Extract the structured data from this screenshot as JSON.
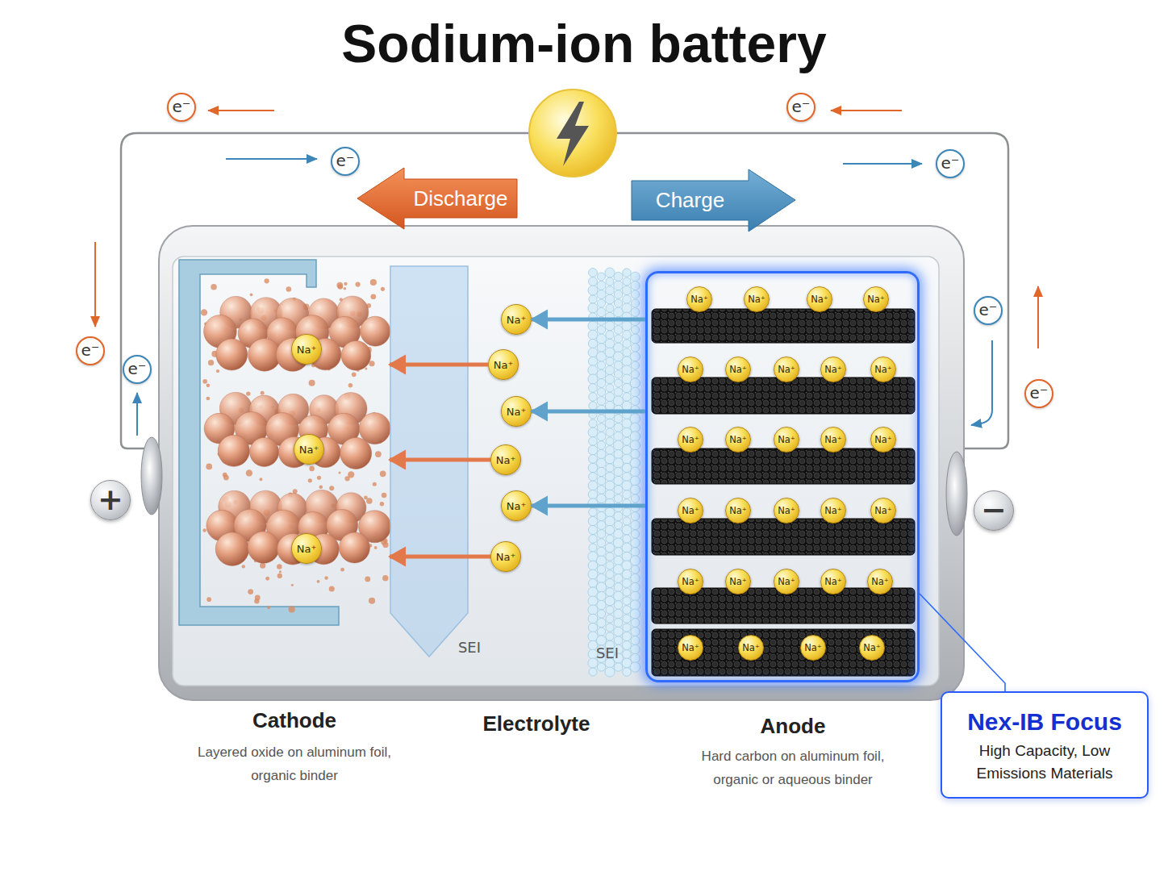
{
  "diagram": {
    "title": "Sodium-ion battery",
    "nodes": [
      {
        "text": [
          "e⁻"
        ]
      },
      {
        "text": [
          "e⁻"
        ]
      },
      {
        "text": [
          "e⁻"
        ]
      },
      {
        "text": [
          "e⁻"
        ]
      },
      {
        "text": [
          "Discharge"
        ]
      },
      {
        "text": [
          "Charge"
        ]
      },
      {
        "text": [
          "Cathode",
          "Layered oxide on aluminum foil, organic binder"
        ]
      },
      {
        "text": [
          "Na⁺"
        ],
        "in": 6
      },
      {
        "text": [
          "Na⁺"
        ],
        "in": 6
      },
      {
        "text": [
          "Na⁺"
        ],
        "in": 6
      },
      {
        "text": [
          "Electrolyte"
        ]
      },
      {
        "text": [
          "Na⁺"
        ],
        "in": 10
      },
      {
        "text": [
          "Na⁺"
        ],
        "in": 10
      },
      {
        "text": [
          "Na⁺"
        ],
        "in": 10
      },
      {
        "text": [
          "Na⁺"
        ],
        "in": 10
      },
      {
        "text": [
          "Na⁺"
        ],
        "in": 10
      },
      {
        "text": [
          "Na⁺"
        ],
        "in": 10
      },
      {
        "text": [
          "Anode",
          "Hard carbon on aluminum foil, organic or aqueous binder"
        ]
      },
      {
        "text": [
          "Na⁺"
        ],
        "in": 17
      },
      {
        "text": [
          "Na⁺"
        ],
        "in": 17
      },
      {
        "text": [
          "Na⁺"
        ],
        "in": 17
      },
      {
        "text": [
          "Na⁺"
        ],
        "in": 17
      },
      {
        "text": [
          "Na⁺"
        ],
        "in": 17
      },
      {
        "text": [
          "Na⁺"
        ],
        "in": 17
      },
      {
        "text": [
          "Na⁺"
        ],
        "in": 17
      },
      {
        "text": [
          "Na⁺"
        ],
        "in": 17
      },
      {
        "text": [
          "Na⁺"
        ],
        "in": 17
      },
      {
        "text": [
          "Na⁺"
        ],
        "in": 17
      },
      {
        "text": [
          "Na⁺"
        ],
        "in": 17
      },
      {
        "text": [
          "Na⁺"
        ],
        "in": 17
      },
      {
        "text": [
          "Na⁺"
        ],
        "in": 17
      },
      {
        "text": [
          "Na⁺"
        ],
        "in": 17
      },
      {
        "text": [
          "Na⁺"
        ],
        "in": 17
      },
      {
        "text": [
          "Na⁺"
        ],
        "in": 17
      },
      {
        "text": [
          "Na⁺"
        ],
        "in": 17
      },
      {
        "text": [
          "Na⁺"
        ],
        "in": 17
      },
      {
        "text": [
          "Na⁺"
        ],
        "in": 17
      },
      {
        "text": [
          "Na⁺"
        ],
        "in": 17
      },
      {
        "text": [
          "Na⁺"
        ],
        "in": 17
      },
      {
        "text": [
          "Na⁺"
        ],
        "in": 17
      },
      {
        "text": [
          "Na⁺"
        ],
        "in": 17
      },
      {
        "text": [
          "Na⁺"
        ],
        "in": 17
      },
      {
        "text": [
          "Na⁺"
        ],
        "in": 17
      },
      {
        "text": [
          "Na⁺"
        ],
        "in": 17
      },
      {
        "text": [
          "Na⁺"
        ],
        "in": 17
      },
      {
        "text": [
          "Na⁺"
        ],
        "in": 17
      },
      {
        "text": [
          "e⁻"
        ]
      },
      {
        "text": [
          "e⁻"
        ]
      },
      {
        "text": [
          "e⁻"
        ]
      },
      {
        "text": [
          "e⁻"
        ]
      },
      {
        "text": [
          "+"
        ]
      },
      {
        "text": [
          "−"
        ]
      },
      {
        "text": [
          "Nex-IB Focus",
          "High Capacity, Low Emissions Materials"
        ]
      }
    ],
    "edges": [
      {
        "from": 17,
        "to": 11,
        "arrow": "to"
      },
      {
        "from": 12,
        "to": 6,
        "arrow": "to"
      },
      {
        "from": 17,
        "to": 13,
        "arrow": "to"
      },
      {
        "from": 14,
        "to": 6,
        "arrow": "to"
      },
      {
        "from": 17,
        "to": 15,
        "arrow": "to"
      },
      {
        "from": 16,
        "to": 6,
        "arrow": "to"
      },
      {
        "from": 17,
        "to": 52,
        "arrow": "none"
      }
    ],
    "labels": [
      "SEI",
      "SEI"
    ]
  }
}
